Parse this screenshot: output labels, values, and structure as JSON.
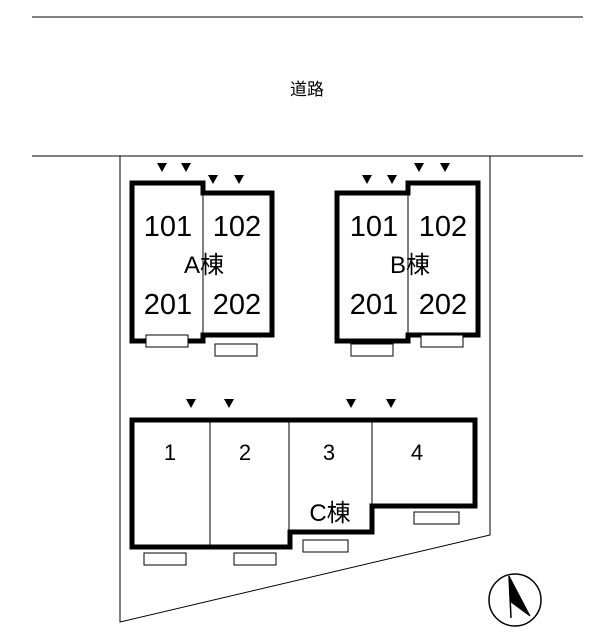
{
  "road": {
    "label": "道路"
  },
  "building_a": {
    "label": "A棟",
    "units": [
      "101",
      "102",
      "201",
      "202"
    ]
  },
  "building_b": {
    "label": "B棟",
    "units": [
      "101",
      "102",
      "201",
      "202"
    ]
  },
  "building_c": {
    "label": "C棟",
    "units": [
      "1",
      "2",
      "3",
      "4"
    ]
  },
  "compass": {
    "icon": "north-arrow-icon"
  },
  "colors": {
    "line": "#000000",
    "background": "#ffffff"
  }
}
